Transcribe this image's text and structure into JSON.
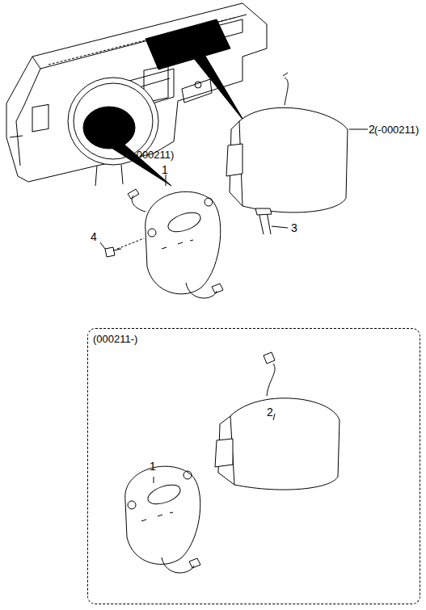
{
  "diagram": {
    "nodes": [
      {
        "text": [
          "(000211-)"
        ]
      }
    ],
    "labels": [
      "(-000211)",
      "1",
      "2",
      "(-000211)",
      "3",
      "4",
      "2",
      "1"
    ]
  }
}
